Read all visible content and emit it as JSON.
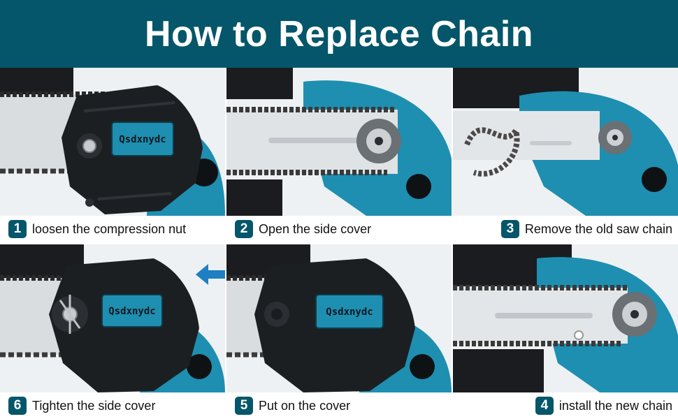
{
  "header": {
    "title": "How to Replace Chain"
  },
  "brand": "Qsdxnydc",
  "steps": [
    {
      "number": "1",
      "label": "loosen the compression nut",
      "icon": "compression-nut"
    },
    {
      "number": "2",
      "label": "Open the side cover",
      "icon": "open-cover"
    },
    {
      "number": "3",
      "label": "Remove the old saw chain",
      "icon": "remove-chain"
    },
    {
      "number": "6",
      "label": "Tighten the side cover",
      "icon": "tighten-cover"
    },
    {
      "number": "5",
      "label": "Put on the cover",
      "icon": "cover-on"
    },
    {
      "number": "4",
      "label": "install the  new chain",
      "icon": "install-chain"
    }
  ],
  "colors": {
    "header_bg": "#05566a",
    "badge_bg": "#05566a",
    "tool_blue": "#1e8fb1",
    "cover_black": "#1c1f22",
    "arrow_blue": "#1f7fc2"
  }
}
